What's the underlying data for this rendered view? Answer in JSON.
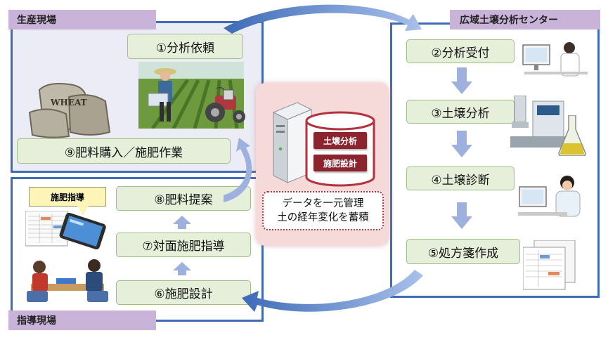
{
  "colors": {
    "panel_border": "#3f6db5",
    "tag_bg": "#c9b3d9",
    "step_bg": "#e5efd9",
    "arrow": "#9db0de",
    "db_label": "#8c2430",
    "center_box": "#f6dada"
  },
  "production_site": {
    "tag": "生産現場",
    "steps": {
      "request": "①分析依頼",
      "purchase": "⑨肥料購入／施肥作業"
    }
  },
  "guidance_site": {
    "tag": "指導現場",
    "callout": "施肥指導",
    "steps": {
      "proposal": "⑧肥料提案",
      "consultation": "⑦対面施肥指導",
      "design": "⑥施肥設計"
    }
  },
  "center": {
    "title": "広域土壌分析センター",
    "steps": {
      "reception": "②分析受付",
      "analysis": "③土壌分析",
      "diagnosis": "④土壌診断",
      "prescription": "⑤処方箋作成"
    }
  },
  "database": {
    "labels": [
      "土壌分析",
      "施肥設計"
    ],
    "note_line1": "データを一元管理",
    "note_line2": "土の経年変化を蓄積"
  },
  "icons": [
    "wheat-sacks-icon",
    "farmer-field-icon",
    "tractor-icon",
    "tablet-icon",
    "meeting-icon",
    "scientist-computer-icon",
    "lab-equipment-icon",
    "flask-icon",
    "server-icon",
    "database-icon",
    "prescription-document-icon",
    "spreadsheet-document-icon"
  ]
}
